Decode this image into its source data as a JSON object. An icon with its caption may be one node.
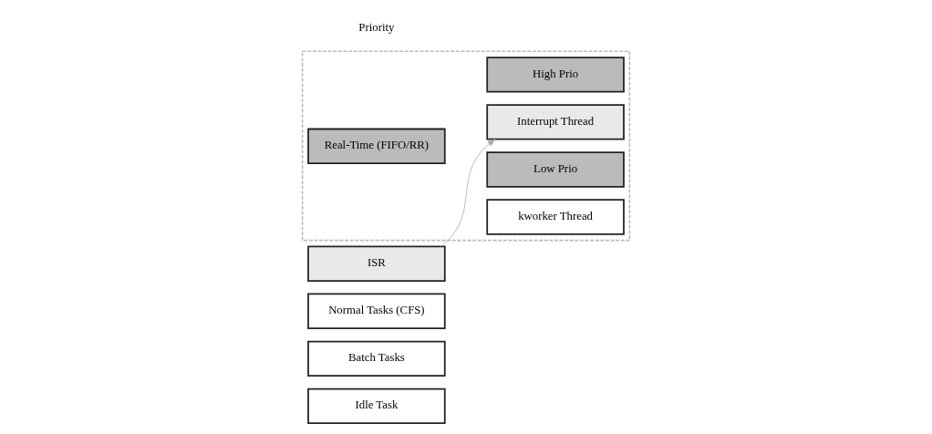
{
  "diagram": {
    "nodes": [
      {
        "text": [
          "ISR"
        ]
      },
      {
        "text": [],
        "shape": "box"
      },
      {
        "text": [
          "Real-Time (FIFO/RR)"
        ],
        "in": 1
      },
      {
        "text": [
          "High Prio"
        ],
        "in": 1
      },
      {
        "text": [
          "Interrupt Thread"
        ],
        "in": 1
      },
      {
        "text": [
          "Low Prio"
        ],
        "in": 1
      },
      {
        "text": [
          "kworker Thread"
        ],
        "in": 1
      },
      {
        "text": [
          "Normal Tasks (CFS)"
        ]
      },
      {
        "text": [
          "Batch Tasks"
        ]
      },
      {
        "text": [
          "Idle Task"
        ]
      }
    ],
    "edges": [
      {
        "from": 0,
        "to": 4,
        "arrow": "to",
        "color": "#aaaaaa"
      }
    ],
    "labels": [
      "Priority"
    ]
  }
}
